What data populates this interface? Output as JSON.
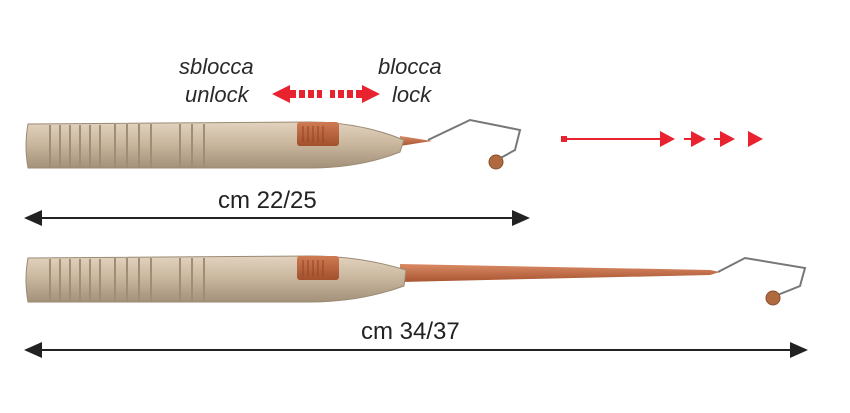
{
  "labels": {
    "unlock_it": "sblocca",
    "unlock_en": "unlock",
    "lock_it": "blocca",
    "lock_en": "lock"
  },
  "dimensions": {
    "short": "cm 22/25",
    "long": "cm 34/37"
  },
  "colors": {
    "handle": "#c8b59c",
    "handle_shadow": "#a8967e",
    "slider": "#b5603a",
    "rod": "#c06a46",
    "wire": "#777777",
    "tip_ball": "#b06a40",
    "accent_arrow": "#e8232f",
    "dimension_line": "#222222"
  }
}
